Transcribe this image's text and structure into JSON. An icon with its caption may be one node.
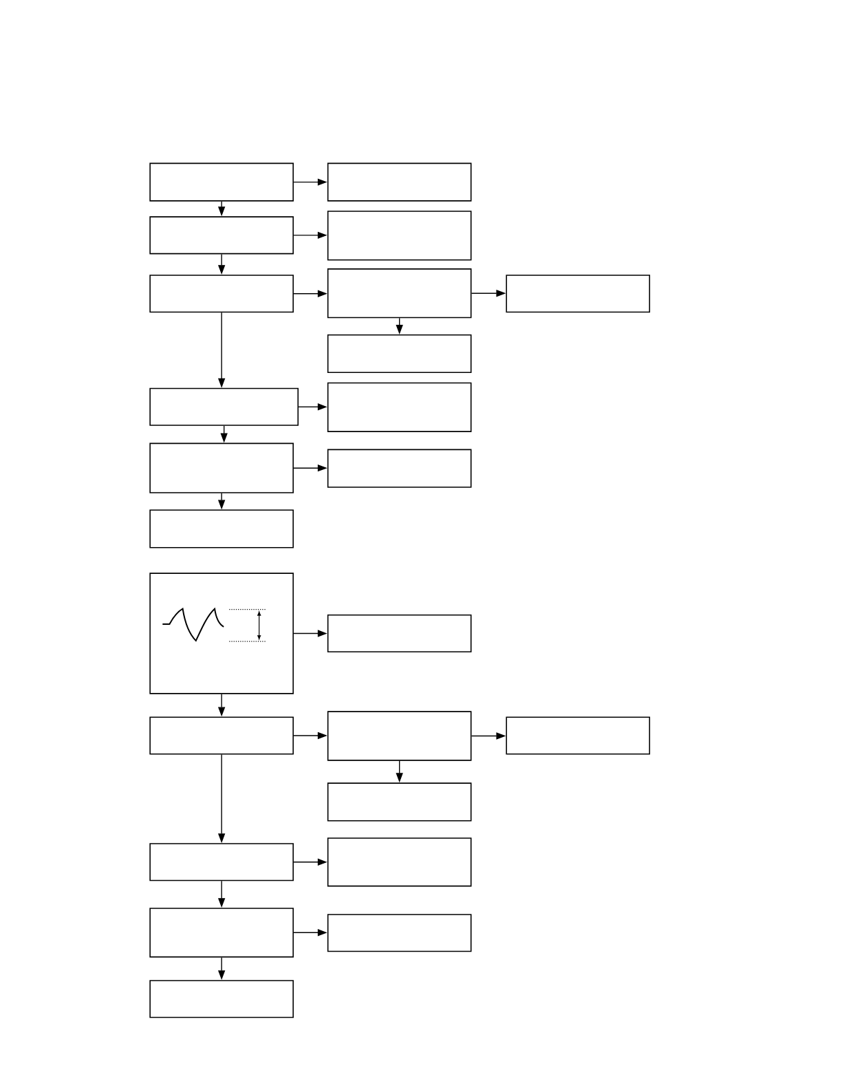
{
  "diagram": {
    "nodes": [
      {
        "text": [],
        "shape": "box"
      },
      {
        "text": [],
        "shape": "box"
      },
      {
        "text": [],
        "shape": "box"
      },
      {
        "text": [],
        "shape": "box"
      },
      {
        "text": [],
        "shape": "box"
      },
      {
        "text": [],
        "shape": "box"
      },
      {
        "text": [],
        "shape": "box"
      },
      {
        "text": [],
        "shape": "box"
      },
      {
        "text": [],
        "shape": "box"
      },
      {
        "text": [],
        "shape": "box"
      },
      {
        "text": [],
        "shape": "box"
      },
      {
        "text": [],
        "shape": "box"
      },
      {
        "text": [],
        "shape": "box"
      },
      {
        "text": [],
        "shape": "box"
      },
      {
        "text": [],
        "shape": "box"
      },
      {
        "text": [],
        "shape": "box"
      },
      {
        "text": [],
        "shape": "box"
      },
      {
        "text": [],
        "shape": "box"
      },
      {
        "text": [],
        "shape": "box"
      },
      {
        "text": [],
        "shape": "box"
      },
      {
        "text": [],
        "shape": "box"
      },
      {
        "text": [],
        "shape": "box"
      },
      {
        "text": [],
        "shape": "box"
      },
      {
        "text": [],
        "shape": "box"
      }
    ],
    "edges": [
      {
        "from": 0,
        "to": 1,
        "arrow": "to"
      },
      {
        "from": 0,
        "to": 2,
        "arrow": "to"
      },
      {
        "from": 2,
        "to": 3,
        "arrow": "to"
      },
      {
        "from": 2,
        "to": 4,
        "arrow": "to"
      },
      {
        "from": 4,
        "to": 5,
        "arrow": "to"
      },
      {
        "from": 5,
        "to": 6,
        "arrow": "to"
      },
      {
        "from": 5,
        "to": 7,
        "arrow": "to"
      },
      {
        "from": 4,
        "to": 8,
        "arrow": "to"
      },
      {
        "from": 8,
        "to": 9,
        "arrow": "to"
      },
      {
        "from": 8,
        "to": 10,
        "arrow": "to"
      },
      {
        "from": 10,
        "to": 11,
        "arrow": "to"
      },
      {
        "from": 10,
        "to": 12,
        "arrow": "to"
      },
      {
        "from": 13,
        "to": 14,
        "arrow": "to"
      },
      {
        "from": 13,
        "to": 15,
        "arrow": "to"
      },
      {
        "from": 15,
        "to": 16,
        "arrow": "to"
      },
      {
        "from": 16,
        "to": 17,
        "arrow": "to"
      },
      {
        "from": 16,
        "to": 18,
        "arrow": "to"
      },
      {
        "from": 15,
        "to": 19,
        "arrow": "to"
      },
      {
        "from": 19,
        "to": 20,
        "arrow": "to"
      },
      {
        "from": 19,
        "to": 21,
        "arrow": "to"
      },
      {
        "from": 21,
        "to": 22,
        "arrow": "to"
      },
      {
        "from": 21,
        "to": 23,
        "arrow": "to"
      }
    ]
  }
}
